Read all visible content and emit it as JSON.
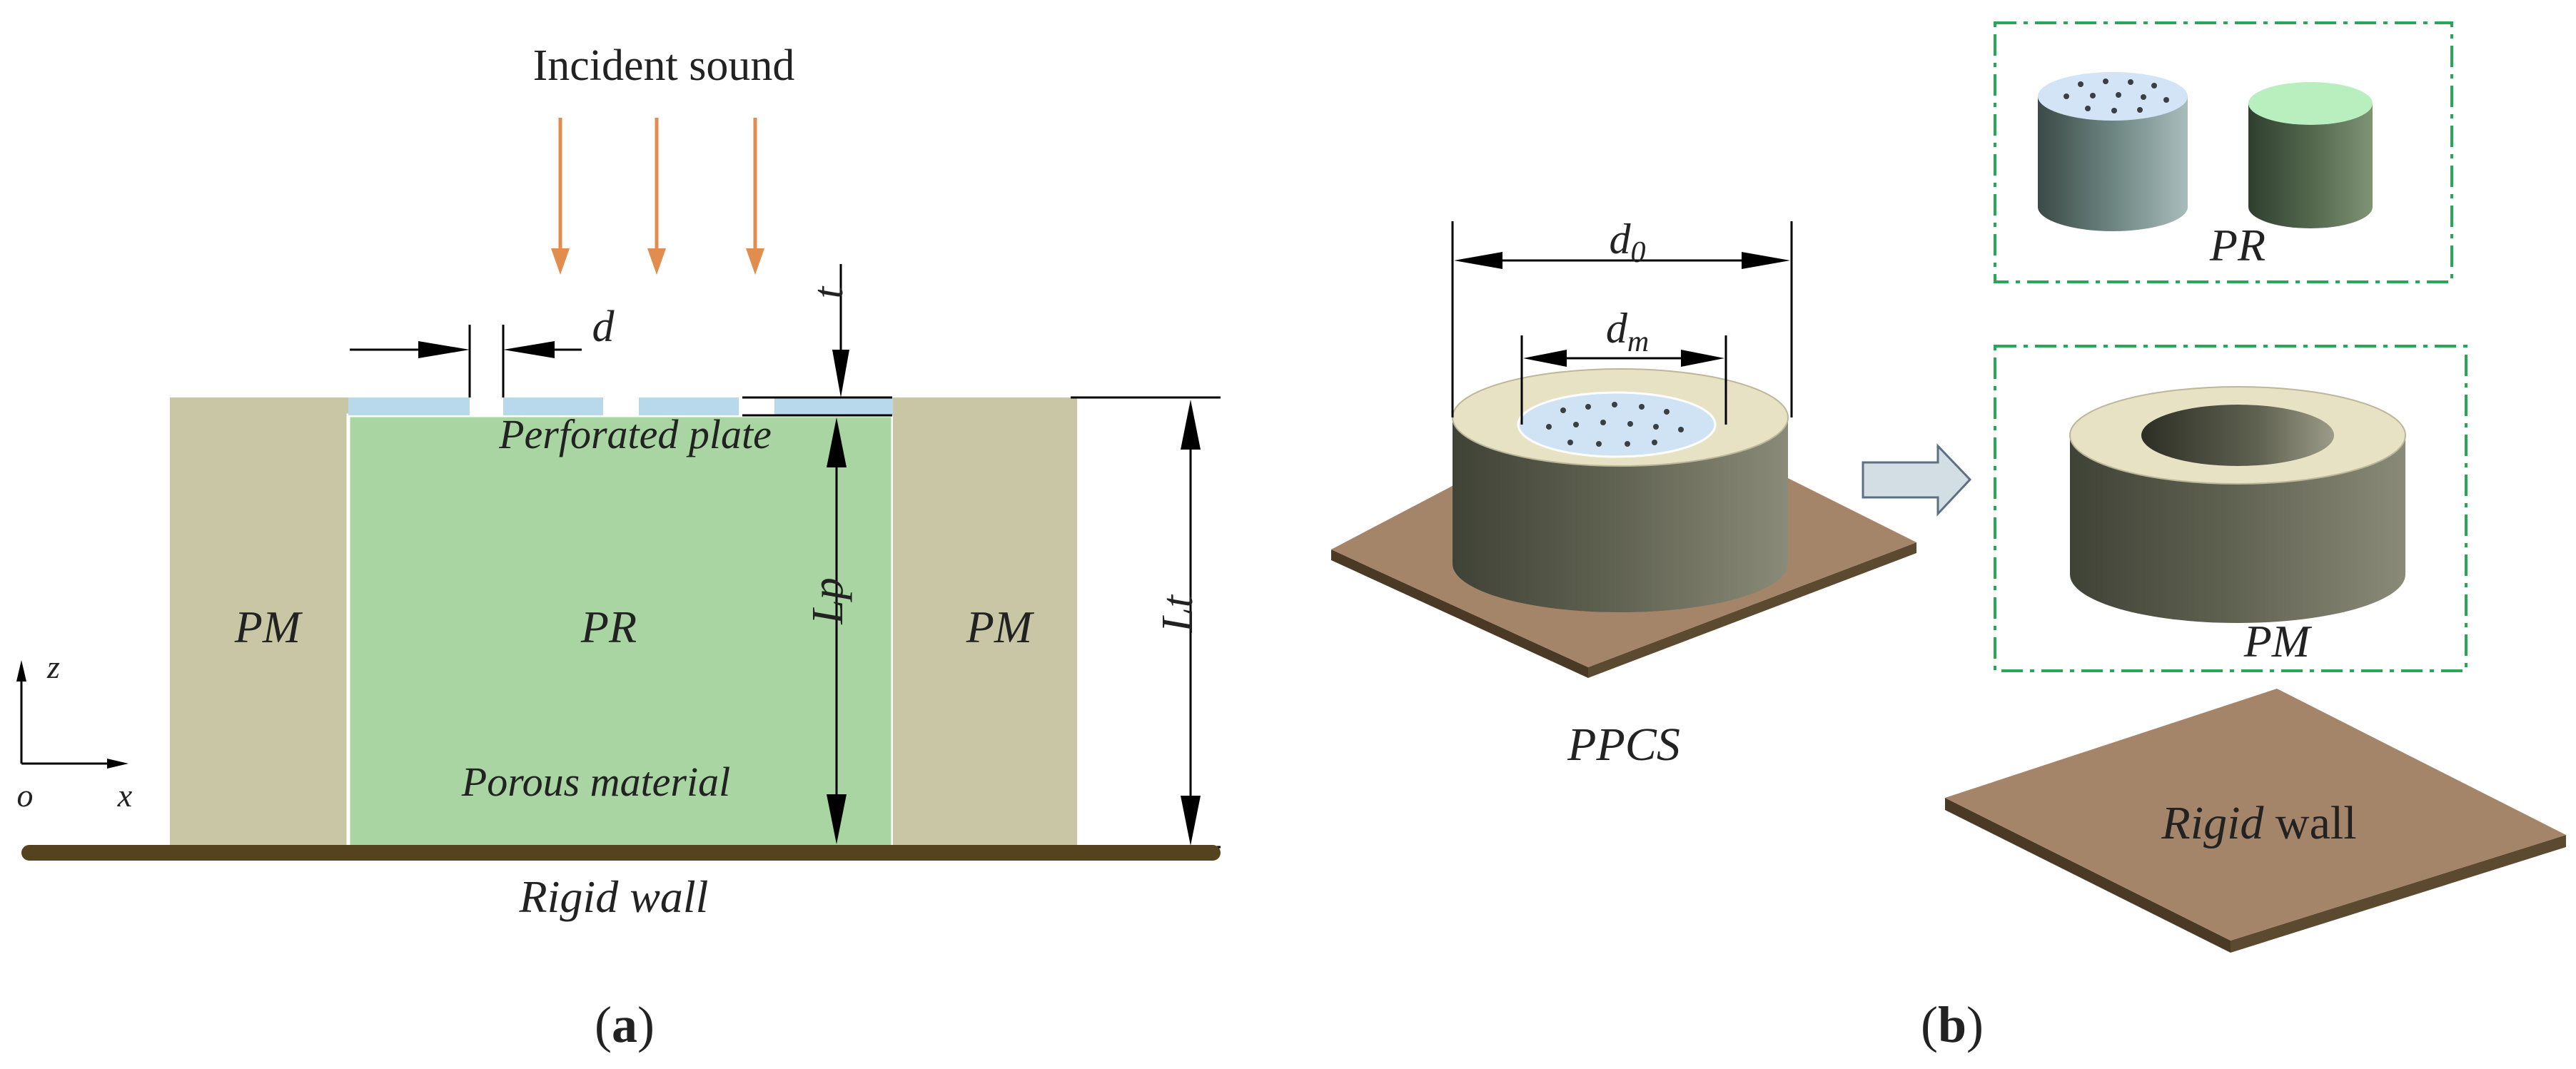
{
  "panel_a": {
    "incident_label": "Incident sound",
    "dim_d": "d",
    "dim_t": "t",
    "perforated_plate_label": "Perforated plate",
    "pm_left_label": "PM",
    "pr_label": "PR",
    "pm_right_label": "PM",
    "lp_label": "Lp",
    "lt_label": "Lt",
    "porous_label": "Porous material",
    "axis_z": "z",
    "axis_o": "o",
    "axis_x": "x",
    "rigid_wall_label": "Rigid wall",
    "caption_open": "(",
    "caption_letter": "a",
    "caption_close": ")",
    "colors": {
      "arrow": "#e08d4f",
      "pm": "#c9c6a6",
      "pr": "#a8d5a2",
      "plate": "#b8d8ec",
      "wall": "#55431f"
    }
  },
  "panel_b": {
    "d0_base": "d",
    "d0_sub": "0",
    "dm_base": "d",
    "dm_sub": "m",
    "ppcs_label": "PPCS",
    "pr_label": "PR",
    "pm_label": "PM",
    "rigid_word": "Rigid",
    "wall_word": "wall",
    "caption_open": "(",
    "caption_letter": "b",
    "caption_close": ")",
    "colors": {
      "ring_top": "#e7e2c4",
      "ring_side": "#5b5d4f",
      "plate_top": "#cfe3f5",
      "plate": "#a5856a",
      "dash_box": "#2aa65a",
      "porous_top": "#b9efbf"
    }
  }
}
